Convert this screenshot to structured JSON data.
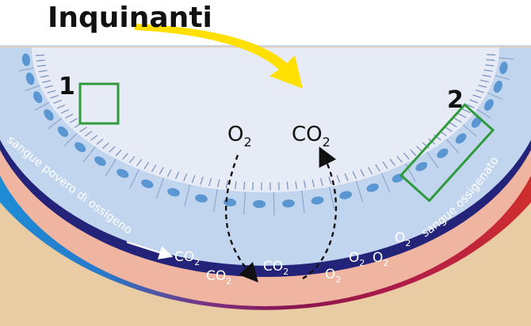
{
  "title": "Inquinanti",
  "markers": {
    "m1": "1",
    "m2": "2"
  },
  "gases": {
    "o2_top": {
      "base": "O",
      "sub": "2"
    },
    "co2_top": {
      "base": "CO",
      "sub": "2"
    },
    "co2_low1": {
      "base": "CO",
      "sub": "2"
    },
    "co2_low2": {
      "base": "CO",
      "sub": "2"
    },
    "co2_low3": {
      "base": "CO",
      "sub": "2"
    },
    "o2_low1": {
      "base": "O",
      "sub": "2"
    },
    "o2_low2": {
      "base": "O",
      "sub": "2"
    },
    "o2_low3": {
      "base": "O",
      "sub": "2"
    },
    "o2_low4": {
      "base": "O",
      "sub": "2"
    }
  },
  "labels": {
    "poor": "sangue povero di ossigeno",
    "rich": "sangue ossigenato"
  },
  "colors": {
    "blue_blood": "#1c8fd8",
    "purple_blood": "#8a1450",
    "red_blood": "#d3302a",
    "tissue": "#e9cba4",
    "cell_fill": "#c2d5ee",
    "nucleus": "#5a96d2",
    "membrane": "#23237a",
    "rbc": "#eda88e",
    "lumen": "#e6ebf6",
    "arrow_yellow": "#ffe000",
    "box_green": "#2f9a3c"
  }
}
